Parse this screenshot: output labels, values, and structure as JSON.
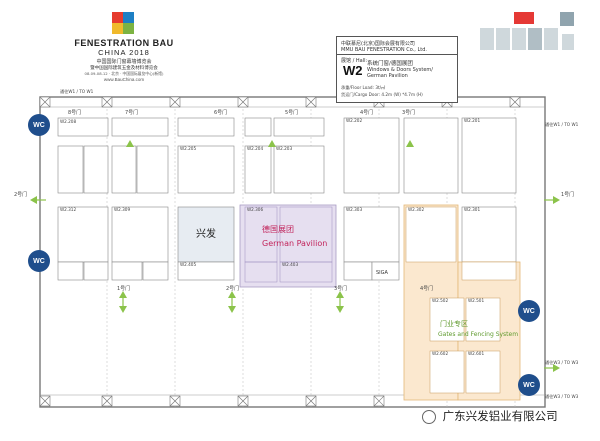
{
  "logo": {
    "brand_line1": "FENESTRATION BAU",
    "brand_line2": "CHINA 2018",
    "cn_line1": "中国国际门窗幕墙博览会",
    "cn_line2": "暨中国国际建筑五金及材料博览会",
    "date_line": "08.09-08.12 · 北京 · 中国国际展览中心(新馆)",
    "website": "www.BauChina.com"
  },
  "header": {
    "company_cn": "中联慕尼(北京)国际会展有限公司",
    "company_en": "MMU BAU FENESTRATION Co., Ltd.",
    "hall_prefix": "展馆 / Hall:",
    "hall_code": "W2",
    "hall_theme_cn": "系统门窗/德国展团",
    "hall_theme_en": "Windows & Doors System/ German Pavilion",
    "floor_load": "承重/Floor Load: 3t/㎡",
    "cargo_door": "货运门/Cargo Door: 4.2m (W) *4.7m (H)"
  },
  "icons": {
    "wc": "WC"
  },
  "colors": {
    "german_pavilion_fill": "#e6dff0",
    "german_pavilion_text": "#c2245b",
    "gates_zone_fill": "#fbe8cf",
    "gates_zone_text": "#5f9a2e",
    "highlight_booth_fill": "#e7ecf2",
    "wc_badge": "#1f4e8c",
    "arrow_green": "#8bc34a"
  },
  "entrances": {
    "top": [
      "8号门",
      "7号门",
      "6号门",
      "5号门",
      "4号门",
      "3号门"
    ],
    "bottom": [
      "1号门",
      "2号门",
      "3号门",
      "4号门"
    ],
    "top_left_passage": "通往W1 / TO W1",
    "left": "2号门",
    "right": "1号门",
    "right_top": "通往W1 / TO W1",
    "right_bottom": "通往W3 / TO W3",
    "right_bottom_link": "通往W3 / TO W3"
  },
  "booths": {
    "w2_208": "W2.208",
    "w2_205": "W2.205",
    "w2_204": "W2.204",
    "w2_203": "W2.203",
    "w2_202": "W2.202",
    "w2_201": "W2.201",
    "w2_301": "W2.301",
    "w2_302": "W2.302",
    "w2_303": "W2.303",
    "w2_306": "W2.306",
    "w2_309": "W2.309",
    "w2_312": "W2.312",
    "w2_403": "W2.403",
    "w2_405": "W2.405",
    "w2_501": "W2.501",
    "w2_502": "W2.502",
    "w2_601": "W2.601",
    "w2_602": "W2.602",
    "xingfa": "兴发",
    "german_cn": "德国展团",
    "german_en": "German Pavilion",
    "gates_cn": "门业专区",
    "gates_en": "Gates and Fencing System",
    "siga": "SIGA"
  },
  "footer": {
    "brand": "广东兴发铝业有限公司"
  }
}
